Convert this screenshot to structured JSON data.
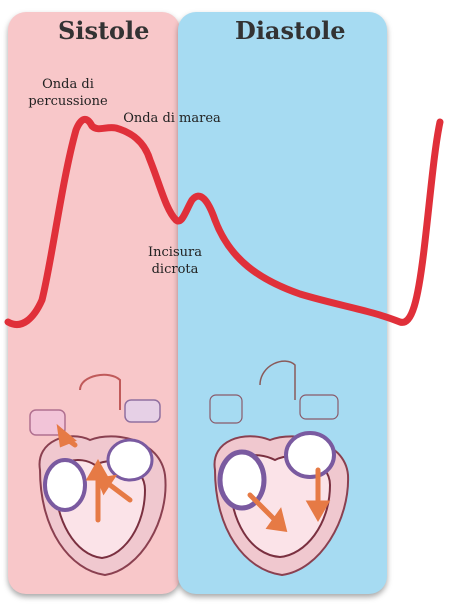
{
  "phases": {
    "systole": "Sistole",
    "diastole": "Diastole"
  },
  "labels": {
    "percussion_line1": "Onda di",
    "percussion_line2": "percussione",
    "tidal_wave": "Onda di marea",
    "notch_line1": "Incisura",
    "notch_line2": "dicrota"
  },
  "colors": {
    "systole_bg": "#f8c7c9",
    "diastole_bg": "#a6dbf2",
    "pulse_wave": "#e0303a",
    "arrows": "#e67a45"
  }
}
